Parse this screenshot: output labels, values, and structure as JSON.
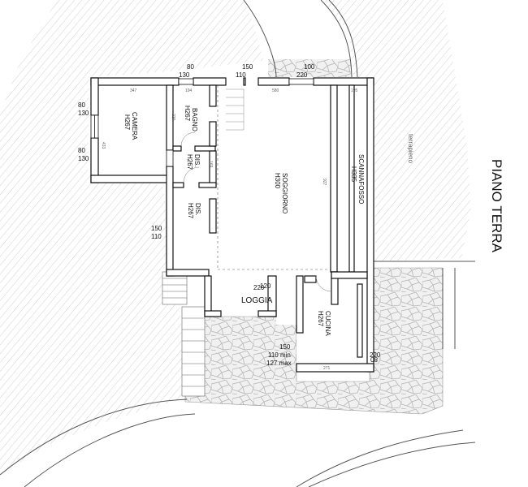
{
  "floor_title": "PIANO TERRA",
  "rooms": {
    "camera": {
      "name": "CAMERA",
      "height": "H267"
    },
    "bagno": {
      "name": "BAGNO",
      "height": "H267"
    },
    "dis1": {
      "name": "DIS.",
      "height": "H267"
    },
    "dis2": {
      "name": "DIS.",
      "height": "H267"
    },
    "soggiorno": {
      "name": "SOGGIORNO",
      "height": "H300"
    },
    "scannafosso": {
      "name": "SCANNAFOSSO",
      "height": "H335"
    },
    "loggia": {
      "name": "LOGGIA"
    },
    "cucina": {
      "name": "CUCINA",
      "height": "H267"
    },
    "terrapieno": {
      "name": "terrapieno"
    }
  },
  "dimensions": {
    "top_80": "80",
    "top_130": "130",
    "top_150": "150",
    "top_110": "110",
    "top_100": "100",
    "top_220": "220",
    "left_80a": "80",
    "left_130a": "130",
    "left_80b": "80",
    "left_130b": "130",
    "left_150": "150",
    "left_110": "110",
    "loggia_120": "120",
    "loggia_220": "220",
    "bottom_150": "150",
    "bottom_110min": "110 min",
    "bottom_127max": "127 max",
    "right_220": "220",
    "right_80": "80"
  },
  "interior_dims": {
    "d347": "347",
    "d194": "194",
    "d580": "580",
    "d195": "195",
    "d433": "433",
    "d220": "220",
    "d169": "169",
    "d927": "927",
    "d271": "271"
  },
  "colors": {
    "wall_fill": "#ffffff",
    "wall_stroke": "#111111",
    "hatch": "#cfcfcf",
    "stone_fill": "#eeeeee",
    "stone_stroke": "#b9b9b9"
  }
}
